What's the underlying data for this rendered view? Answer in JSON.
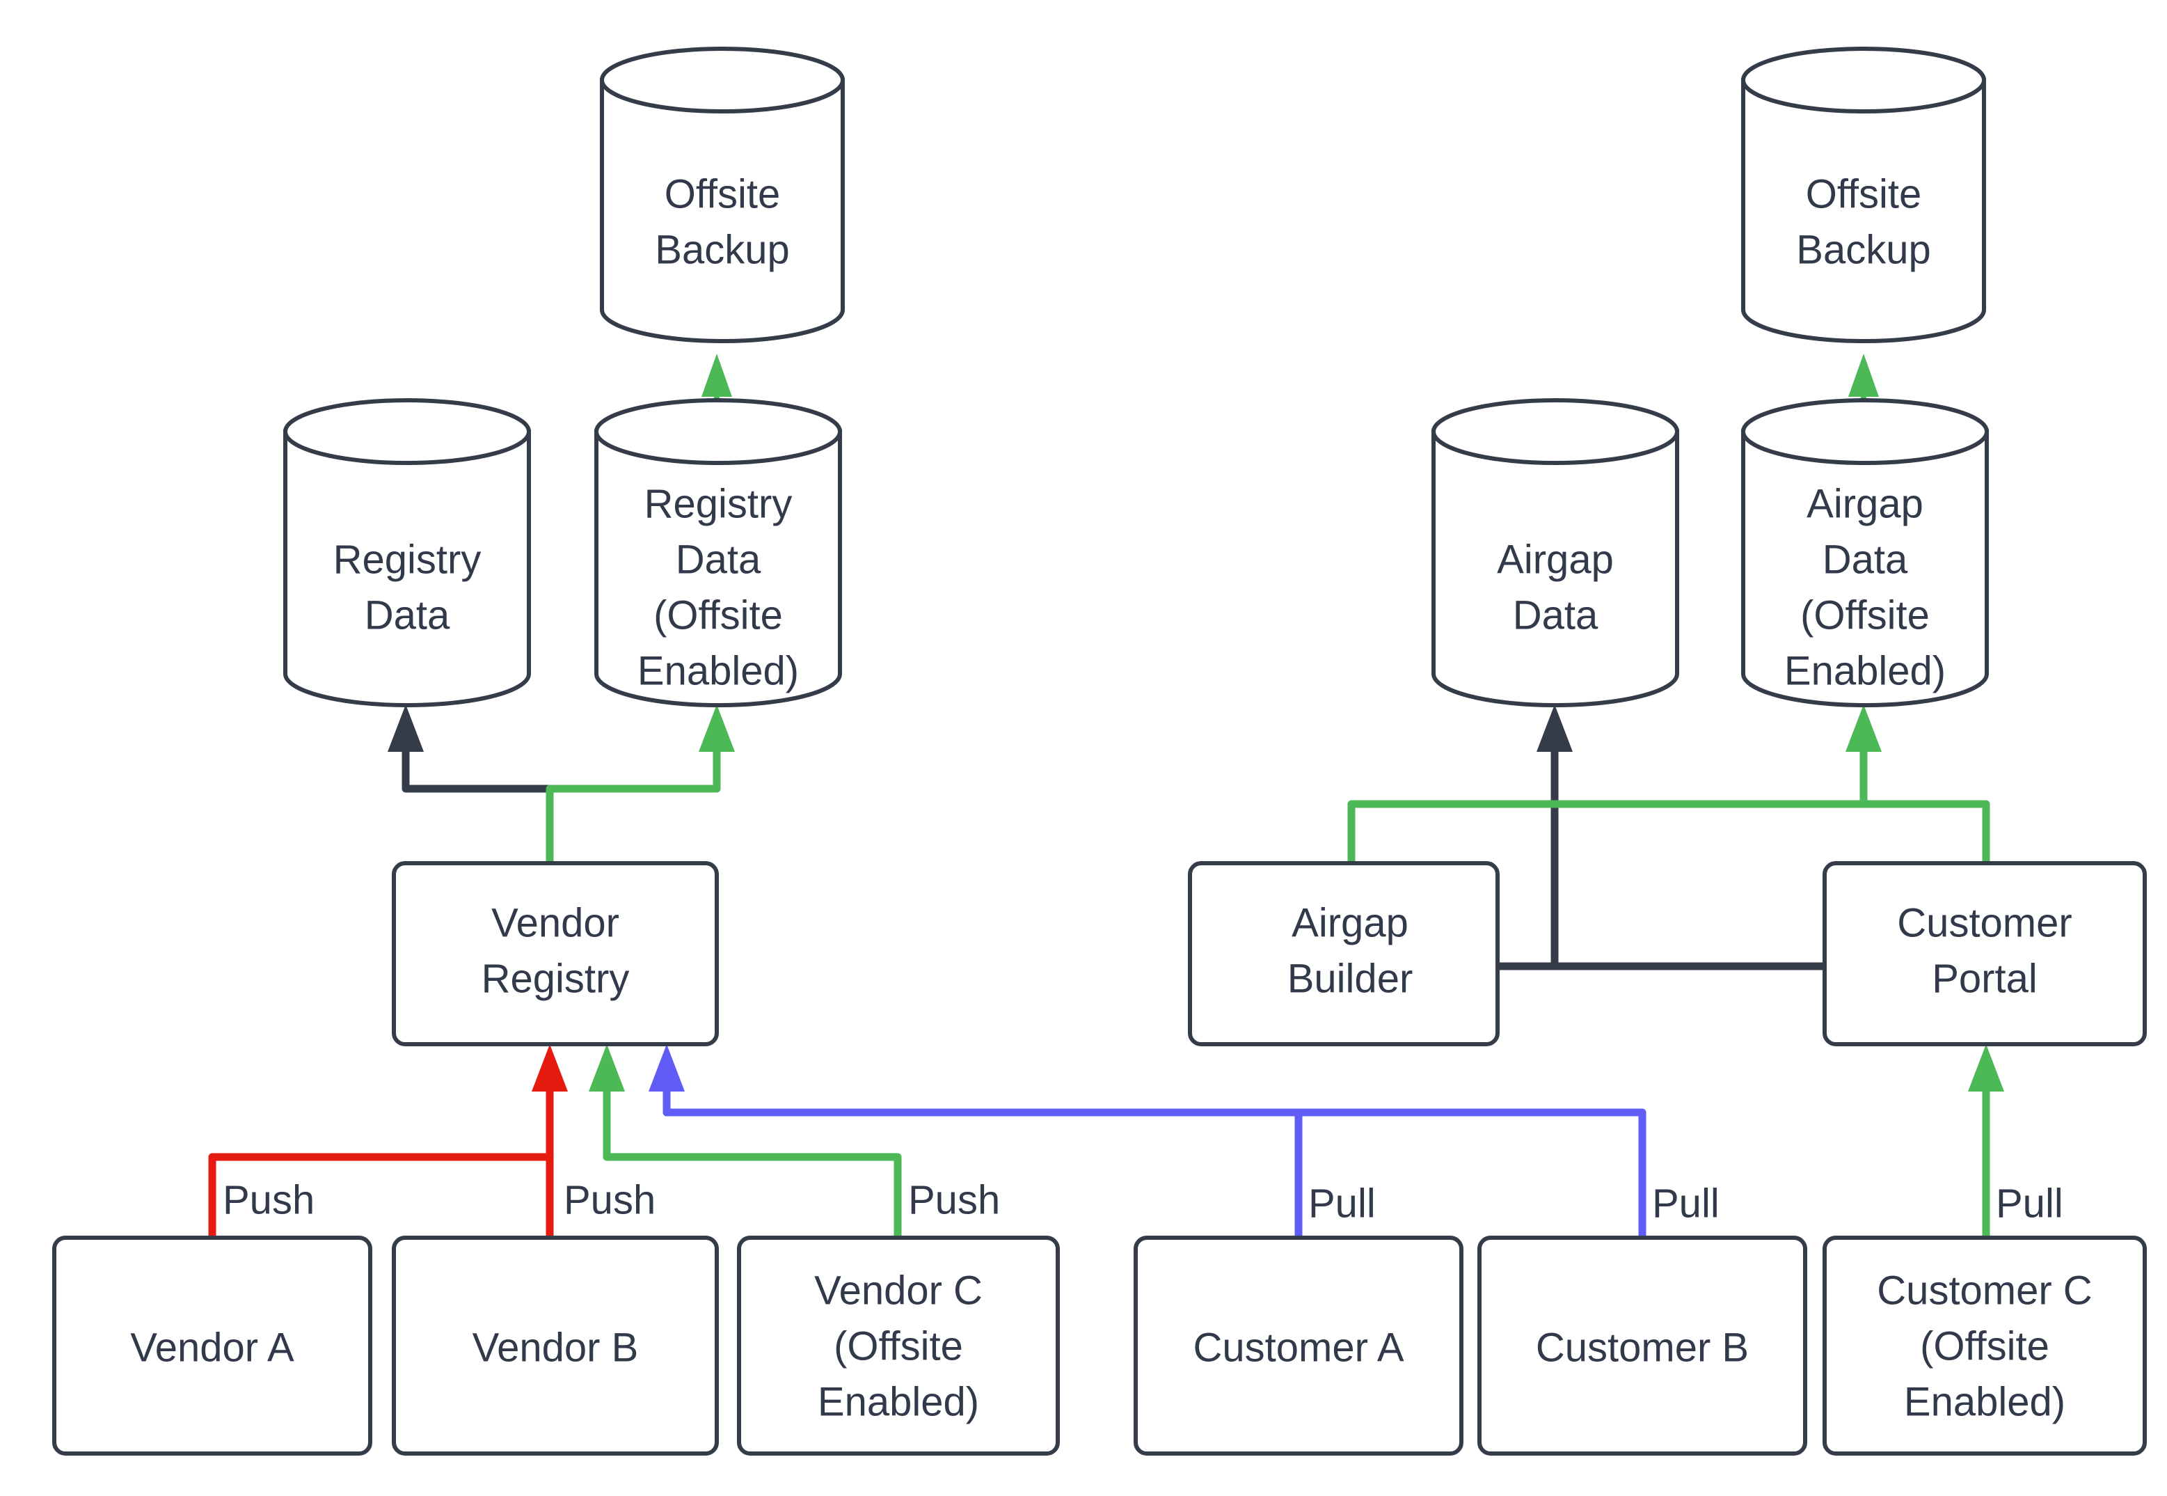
{
  "diagram": {
    "title": "Vendor Registry and Customer Portal Offsite Backup Flow",
    "background": "#ffffff",
    "colors": {
      "node_stroke": "#343c49",
      "node_fill": "#ffffff",
      "text": "#31394a",
      "edge_default": "#343c49",
      "edge_green": "#4CB956",
      "edge_red": "#E51B10",
      "edge_blue": "#625CF7"
    },
    "nodes": {
      "offsite_backup_left": {
        "type": "cylinder",
        "lines": [
          "Offsite",
          "Backup"
        ]
      },
      "offsite_backup_right": {
        "type": "cylinder",
        "lines": [
          "Offsite",
          "Backup"
        ]
      },
      "registry_data": {
        "type": "cylinder",
        "lines": [
          "Registry",
          "Data"
        ]
      },
      "registry_data_offsite": {
        "type": "cylinder",
        "lines": [
          "Registry",
          "Data",
          "(Offsite",
          "Enabled)"
        ]
      },
      "airgap_data": {
        "type": "cylinder",
        "lines": [
          "Airgap",
          "Data"
        ]
      },
      "airgap_data_offsite": {
        "type": "cylinder",
        "lines": [
          "Airgap",
          "Data",
          "(Offsite",
          "Enabled)"
        ]
      },
      "vendor_registry": {
        "type": "box",
        "lines": [
          "Vendor",
          "Registry"
        ]
      },
      "airgap_builder": {
        "type": "box",
        "lines": [
          "Airgap",
          "Builder"
        ]
      },
      "customer_portal": {
        "type": "box",
        "lines": [
          "Customer",
          "Portal"
        ]
      },
      "vendor_a": {
        "type": "box",
        "lines": [
          "Vendor A"
        ]
      },
      "vendor_b": {
        "type": "box",
        "lines": [
          "Vendor B"
        ]
      },
      "vendor_c": {
        "type": "box",
        "lines": [
          "Vendor C",
          "(Offsite",
          "Enabled)"
        ]
      },
      "customer_a": {
        "type": "box",
        "lines": [
          "Customer A"
        ]
      },
      "customer_b": {
        "type": "box",
        "lines": [
          "Customer B"
        ]
      },
      "customer_c": {
        "type": "box",
        "lines": [
          "Customer C",
          "(Offsite",
          "Enabled)"
        ]
      }
    },
    "edge_labels": {
      "vendor_a_push": "Push",
      "vendor_b_push": "Push",
      "vendor_c_push": "Push",
      "customer_a_pull": "Pull",
      "customer_b_pull": "Pull",
      "customer_c_pull": "Pull"
    },
    "edges": [
      {
        "from": "registry_data_offsite",
        "to": "offsite_backup_left",
        "color": "#4CB956",
        "label": ""
      },
      {
        "from": "airgap_data_offsite",
        "to": "offsite_backup_right",
        "color": "#4CB956",
        "label": ""
      },
      {
        "from": "vendor_registry",
        "to": "registry_data",
        "color": "#343c49",
        "label": ""
      },
      {
        "from": "vendor_registry",
        "to": "registry_data_offsite",
        "color": "#4CB956",
        "label": ""
      },
      {
        "from": "vendor_a",
        "to": "vendor_registry",
        "color": "#E51B10",
        "label": "Push"
      },
      {
        "from": "vendor_b",
        "to": "vendor_registry",
        "color": "#E51B10",
        "label": "Push"
      },
      {
        "from": "vendor_c",
        "to": "vendor_registry",
        "color": "#4CB956",
        "label": "Push"
      },
      {
        "from": "airgap_builder",
        "to": "airgap_data_offsite",
        "color": "#4CB956",
        "label": ""
      },
      {
        "from": "customer_portal",
        "to": "airgap_data_offsite",
        "color": "#4CB956",
        "label": ""
      },
      {
        "from": "customer_portal",
        "to": "airgap_data",
        "color": "#343c49",
        "label": ""
      },
      {
        "from": "airgap_builder",
        "to": "airgap_data",
        "color": "#343c49",
        "label": ""
      },
      {
        "from": "customer_a",
        "to": "vendor_registry",
        "color": "#625CF7",
        "label": "Pull"
      },
      {
        "from": "customer_b",
        "to": "vendor_registry",
        "color": "#625CF7",
        "label": "Pull"
      },
      {
        "from": "customer_c",
        "to": "customer_portal",
        "color": "#4CB956",
        "label": "Pull"
      }
    ]
  }
}
